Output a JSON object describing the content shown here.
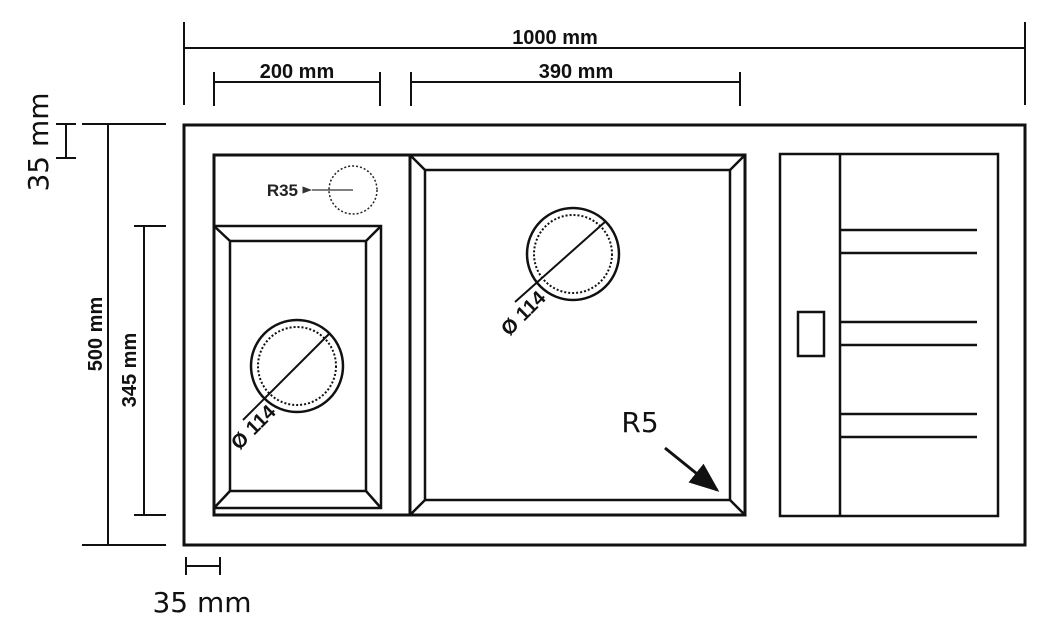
{
  "dimensions": {
    "total_width": "1000 mm",
    "small_bowl_width": "200 mm",
    "large_bowl_width": "390 mm",
    "top_offset": "35 mm",
    "total_height": "500 mm",
    "small_bowl_height": "345 mm",
    "left_offset": "35 mm"
  },
  "annotations": {
    "tap_hole_radius": "R35",
    "small_bowl_drain": "Ø 114",
    "large_bowl_drain": "Ø 114",
    "corner_radius": "R5"
  },
  "colors": {
    "line": "#111111"
  }
}
